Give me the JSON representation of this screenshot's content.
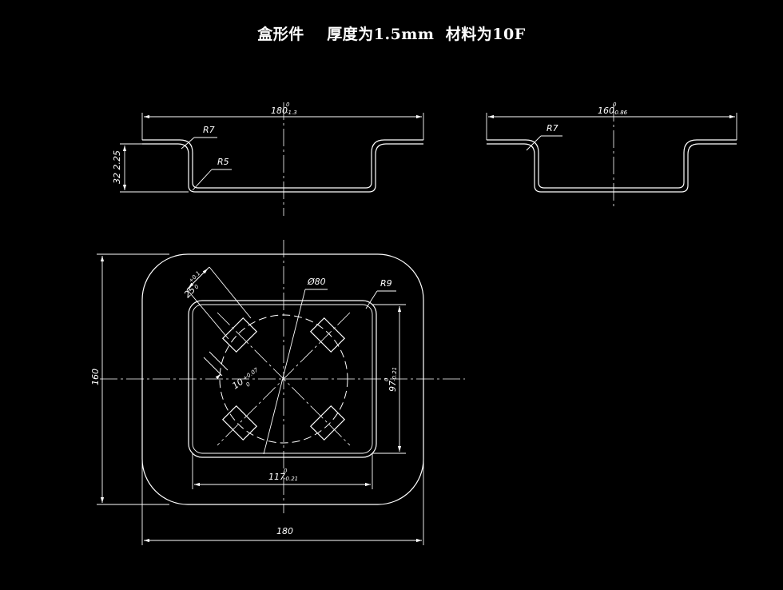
{
  "title": "盒形件    厚度为1.5mm  材料为10F",
  "colors": {
    "background": "#000000",
    "line": "#ffffff"
  },
  "front_view": {
    "width_dim": {
      "nominal": "180",
      "upper": "0",
      "lower": "-1.3"
    },
    "height_dim": "32 2.25",
    "flange_radius": "R7",
    "bottom_radius": "R5"
  },
  "side_view": {
    "width_dim": {
      "nominal": "160",
      "upper": "0",
      "lower": "-0.86"
    },
    "flange_radius": "R7"
  },
  "plan_view": {
    "overall_width": "180",
    "overall_height": "160",
    "inner_width": {
      "nominal": "117",
      "upper": "0",
      "lower": "-0.21"
    },
    "inner_height": {
      "nominal": "97",
      "upper": "0",
      "lower": "-0.21"
    },
    "corner_radius": "R9",
    "hole_diameter": "Ø80",
    "slot_length": {
      "nominal": "25",
      "upper": "+0.1",
      "lower": "0"
    },
    "slot_width": {
      "nominal": "10",
      "upper": "+0.07",
      "lower": "0"
    }
  }
}
